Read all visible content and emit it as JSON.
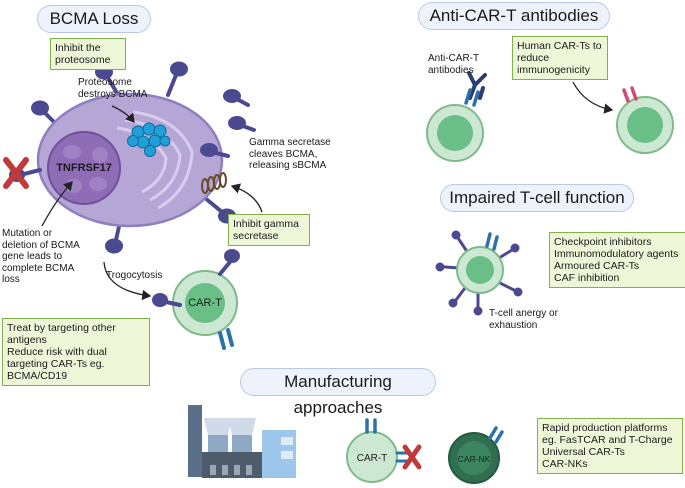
{
  "sections": {
    "bcma_loss": "BCMA Loss",
    "anti_cart": "Anti-CAR-T antibodies",
    "impaired": "Impaired T-cell function",
    "manufacturing": "Manufacturing approaches"
  },
  "boxes": {
    "inhibit_proteosome": "Inhibit the\nproteosome",
    "inhibit_gamma": "Inhibit gamma\nsecretase",
    "treat_targeting": "Treat by targeting other\nantigens\nReduce risk with dual\ntargeting CAR-Ts eg.\nBCMA/CD19",
    "human_carts": "Human CAR-Ts to\nreduce\nimmunogenicity",
    "checkpoint": "Checkpoint inhibitors\nImmunomodulatory agents\nArmoured CAR-Ts\nCAF inhibition",
    "rapid_production": "Rapid production platforms\neg. FasTCAR and T-Charge\nUniversal CAR-Ts\nCAR-NKs"
  },
  "labels": {
    "proteosome_destroys": "Proteosome\ndestroys BCMA",
    "gamma_cleaves": "Gamma secretase\ncleaves BCMA,\nreleasing sBCMA",
    "mutation": "Mutation or\ndeletion of BCMA\ngene leads to\ncomplete BCMA\nloss",
    "trogocytosis": "Trogocytosis",
    "tnfrsf17": "TNFRSF17",
    "cart_cell": "CAR-T",
    "anti_cart_antibodies": "Anti-CAR-T\nantibodies",
    "anergy": "T-cell anergy or\nexhaustion",
    "cart_manufacturing": "CAR-T",
    "carnk": "CAR-NK"
  },
  "colors": {
    "pill_fill": "#eef3fb",
    "pill_border": "#b9c9e6",
    "box_fill": "#eef6d8",
    "box_border": "#7fb24a",
    "plasma_cell": "#b6a6d6",
    "nucleus": "#8f6db6",
    "receptor": "#4b4a91",
    "tcell_outer": "#cde8d2",
    "tcell_inner": "#6abf86",
    "nk_cell": "#2f6f4f",
    "car_blue": "#2a72a8",
    "cross_red": "#c0393b",
    "proteosome": "#1fa0d8"
  },
  "icons": [
    "factory-icon",
    "cross-icon",
    "antibody-icon",
    "proteosome-icon"
  ]
}
